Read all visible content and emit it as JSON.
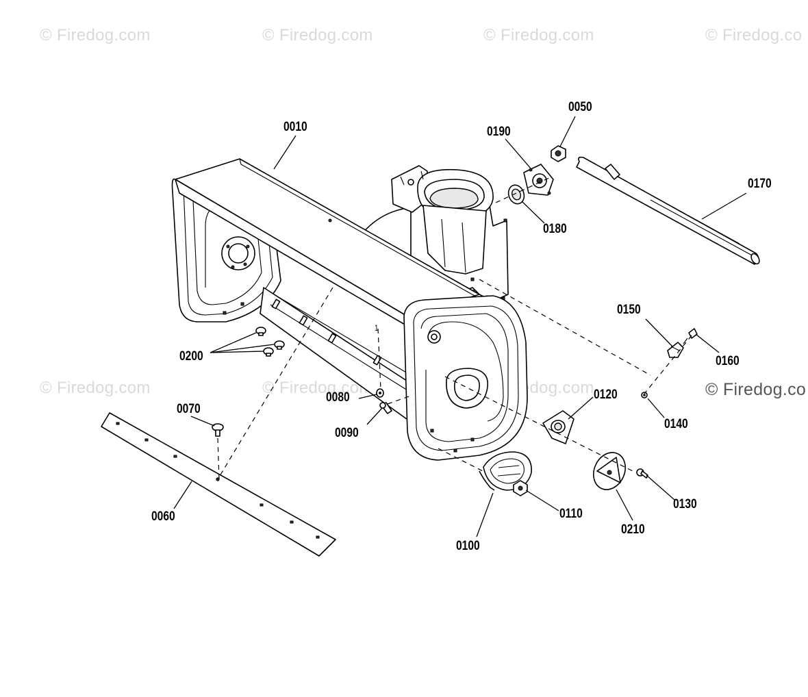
{
  "watermarks": {
    "top": [
      "© Firedog.com",
      "© Firedog.com",
      "© Firedog.com",
      "© Firedog.co"
    ],
    "middle": [
      "© Firedog.com",
      "© Firedog.com",
      "© Firedog.com"
    ],
    "right": "© Firedog.co"
  },
  "callouts": [
    {
      "id": "0010",
      "label": "0010"
    },
    {
      "id": "0050",
      "label": "0050"
    },
    {
      "id": "0060",
      "label": "0060"
    },
    {
      "id": "0070",
      "label": "0070"
    },
    {
      "id": "0080",
      "label": "0080"
    },
    {
      "id": "0090",
      "label": "0090"
    },
    {
      "id": "0100",
      "label": "0100"
    },
    {
      "id": "0110",
      "label": "0110"
    },
    {
      "id": "0120",
      "label": "0120"
    },
    {
      "id": "0130",
      "label": "0130"
    },
    {
      "id": "0140",
      "label": "0140"
    },
    {
      "id": "0150",
      "label": "0150"
    },
    {
      "id": "0160",
      "label": "0160"
    },
    {
      "id": "0170",
      "label": "0170"
    },
    {
      "id": "0180",
      "label": "0180"
    },
    {
      "id": "0190",
      "label": "0190"
    },
    {
      "id": "0200",
      "label": "0200"
    },
    {
      "id": "0210",
      "label": "0210"
    }
  ],
  "marker": "1"
}
